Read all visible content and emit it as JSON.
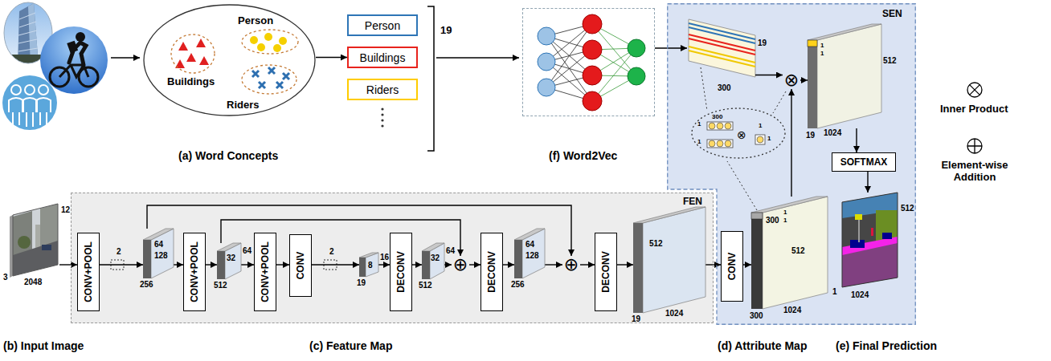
{
  "diagram": {
    "nodes": [
      {
        "text": [
          "(a) Word Concepts"
        ]
      },
      {
        "text": [
          "Buildings"
        ],
        "in": 0
      },
      {
        "text": [
          "Person"
        ],
        "in": 0
      },
      {
        "text": [
          "Riders"
        ],
        "in": 0
      },
      {
        "text": [
          "Person"
        ]
      },
      {
        "text": [
          "Buildings"
        ]
      },
      {
        "text": [
          "Riders"
        ]
      },
      {
        "text": [
          "(f) Word2Vec"
        ]
      },
      {
        "text": [
          "SEN"
        ]
      },
      {
        "text": [
          "19",
          "300"
        ],
        "in": 8
      },
      {
        "text": [
          "⊗"
        ],
        "in": 8
      },
      {
        "text": [
          "1",
          "300",
          "1",
          "⊗",
          "1",
          "1"
        ],
        "in": 8
      },
      {
        "text": [
          "1",
          "1",
          "19",
          "512",
          "1024"
        ],
        "in": 8
      },
      {
        "text": [
          "SOFTMAX"
        ],
        "in": 8
      },
      {
        "text": [
          "512",
          "1024",
          "1"
        ],
        "in": 8
      },
      {
        "text": [
          "CONV"
        ],
        "in": 8
      },
      {
        "text": [
          "300",
          "1",
          "1",
          "512",
          "1024",
          "300"
        ],
        "in": 8
      },
      {
        "text": [
          "12",
          "2048",
          "3"
        ]
      },
      {
        "text": [
          "FEN"
        ]
      },
      {
        "text": [
          "CONV+POOL"
        ],
        "in": 18
      },
      {
        "text": [
          "64",
          "256",
          "128"
        ],
        "in": 18
      },
      {
        "text": [
          "CONV+POOL"
        ],
        "in": 18
      },
      {
        "text": [
          "512",
          "32",
          "64"
        ],
        "in": 18
      },
      {
        "text": [
          "CONV+POOL"
        ],
        "in": 18
      },
      {
        "text": [
          "CONV"
        ],
        "in": 18
      },
      {
        "text": [
          "8",
          "19",
          "16"
        ],
        "in": 18
      },
      {
        "text": [
          "DECONV"
        ],
        "in": 18
      },
      {
        "text": [
          "512",
          "32",
          "64"
        ],
        "in": 18
      },
      {
        "text": [
          "⊕"
        ],
        "in": 18
      },
      {
        "text": [
          "DECONV"
        ],
        "in": 18
      },
      {
        "text": [
          "64",
          "256",
          "128"
        ],
        "in": 18
      },
      {
        "text": [
          "⊕"
        ],
        "in": 18
      },
      {
        "text": [
          "DECONV"
        ],
        "in": 18
      },
      {
        "text": [
          "512",
          "19",
          "1024"
        ],
        "in": 18
      }
    ],
    "edges": [
      {
        "from": 0,
        "to": 5,
        "arrow": "to"
      },
      {
        "from": 7,
        "to": 9,
        "arrow": "to"
      },
      {
        "from": 9,
        "to": 10,
        "arrow": "to"
      },
      {
        "from": 16,
        "to": 10,
        "arrow": "to"
      },
      {
        "from": 10,
        "to": 12,
        "arrow": "to"
      },
      {
        "from": 12,
        "to": 13,
        "arrow": "to"
      },
      {
        "from": 13,
        "to": 14,
        "arrow": "to"
      },
      {
        "from": 17,
        "to": 19,
        "arrow": "to"
      },
      {
        "from": 19,
        "to": 20,
        "arrow": "to"
      },
      {
        "from": 20,
        "to": 21,
        "arrow": "to"
      },
      {
        "from": 21,
        "to": 22,
        "arrow": "to"
      },
      {
        "from": 22,
        "to": 23,
        "arrow": "to"
      },
      {
        "from": 23,
        "to": 24,
        "arrow": "to"
      },
      {
        "from": 24,
        "to": 25,
        "arrow": "to"
      },
      {
        "from": 25,
        "to": 26,
        "arrow": "to"
      },
      {
        "from": 26,
        "to": 27,
        "arrow": "to"
      },
      {
        "from": 27,
        "to": 28,
        "arrow": "to"
      },
      {
        "from": 28,
        "to": 29,
        "arrow": "to"
      },
      {
        "from": 29,
        "to": 30,
        "arrow": "to"
      },
      {
        "from": 30,
        "to": 31,
        "arrow": "to"
      },
      {
        "from": 31,
        "to": 32,
        "arrow": "to"
      },
      {
        "from": 32,
        "to": 33,
        "arrow": "to"
      },
      {
        "from": 33,
        "to": 15,
        "arrow": "to"
      },
      {
        "from": 15,
        "to": 16,
        "arrow": "to"
      },
      {
        "from": 20,
        "to": 31,
        "arrow": "to"
      },
      {
        "from": 22,
        "to": 28,
        "arrow": "to"
      }
    ],
    "labels": [
      "19",
      "2",
      "2",
      "(b) Input Image",
      "(c) Feature Map",
      "(d) Attribute Map",
      "(e) Final Prediction"
    ],
    "legend": [
      {
        "text": "Inner Product"
      },
      {
        "text": "Element-wise Addition"
      }
    ]
  }
}
